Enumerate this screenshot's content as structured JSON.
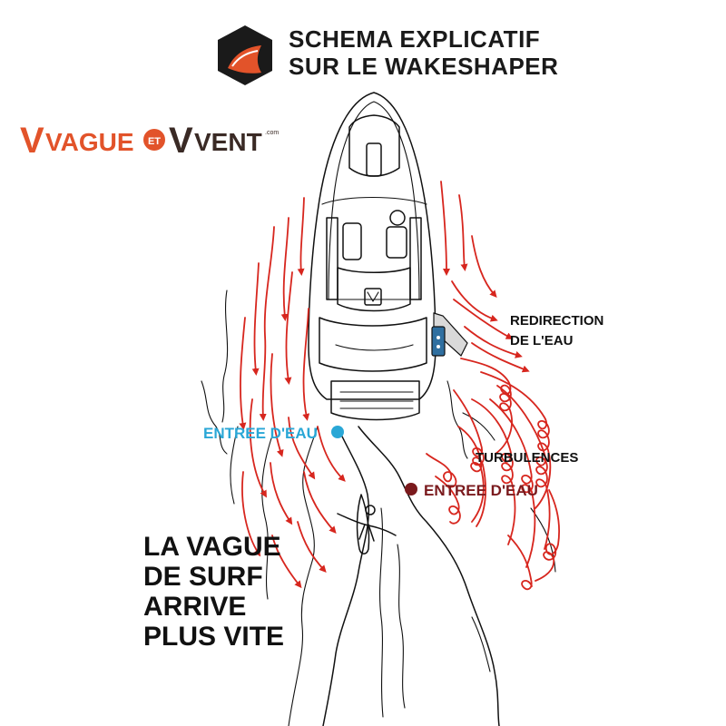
{
  "header": {
    "title_line1": "SCHEMA EXPLICATIF",
    "title_line2": "SUR LE WAKESHAPER",
    "icon": "wakeshaper-emblem-icon"
  },
  "brand": {
    "logo_text_left": "VAGUE",
    "logo_text_mid": "ET",
    "logo_text_right": "VENT",
    "logo_suffix": ".com",
    "primary_color": "#e2532a",
    "dark_color": "#3a2a25"
  },
  "labels": {
    "redirection_line1": "REDIRECTION",
    "redirection_line2": "DE L'EAU",
    "turbulences": "TURBULENCES",
    "entry_blue": "ENTREE D'EAU",
    "entry_red": "ENTREE D'EAU",
    "caption_line1": "LA VAGUE",
    "caption_line2": "DE SURF",
    "caption_line3": "ARRIVE",
    "caption_line4": "PLUS VITE"
  },
  "colors": {
    "flow_arrows": "#d7261e",
    "entry_blue": "#2aa7d6",
    "entry_red": "#7a1a1d",
    "wakeshaper": "#2f6fa0",
    "ink": "#111111"
  }
}
